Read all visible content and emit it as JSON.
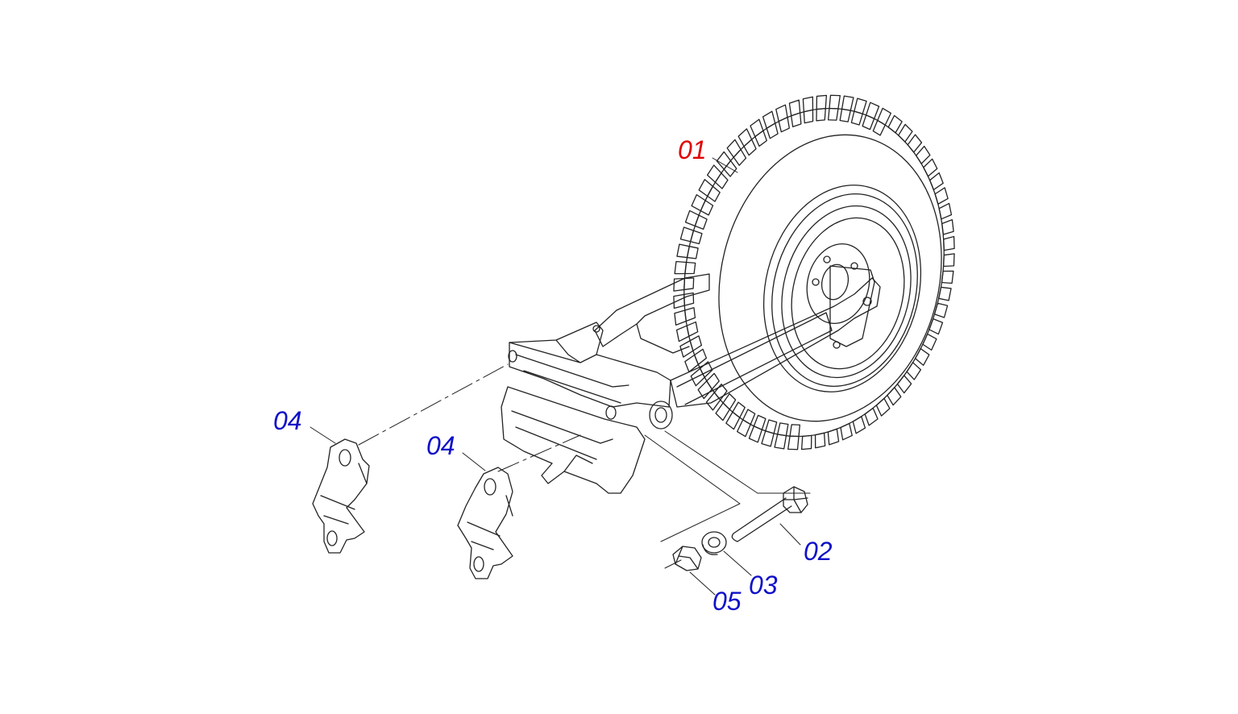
{
  "diagram": {
    "callouts": [
      {
        "id": "01",
        "text": "01",
        "color": "#e00000",
        "highlighted": true
      },
      {
        "id": "04a",
        "text": "04",
        "color": "#1010c8"
      },
      {
        "id": "04b",
        "text": "04",
        "color": "#1010c8"
      },
      {
        "id": "02",
        "text": "02",
        "color": "#1010c8"
      },
      {
        "id": "03",
        "text": "03",
        "color": "#1010c8"
      },
      {
        "id": "05",
        "text": "05",
        "color": "#1010c8"
      }
    ],
    "colors": {
      "line": "#222222",
      "highlight": "#e00000",
      "label": "#1010c8",
      "background": "#ffffff"
    }
  }
}
